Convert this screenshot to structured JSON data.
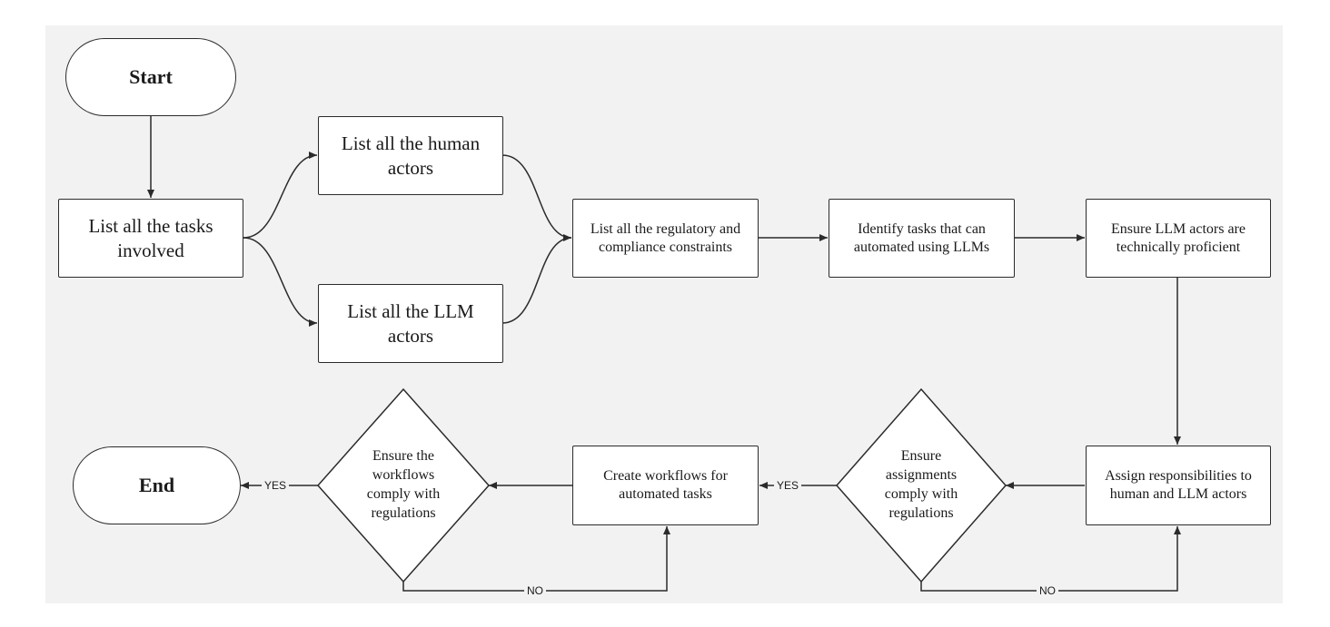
{
  "nodes": {
    "start": "Start",
    "end": "End",
    "list_tasks": "List all the tasks involved",
    "list_human": "List all the human actors",
    "list_llm": "List all the LLM actors",
    "list_regulatory": "List all the regulatory and compliance constraints",
    "identify_tasks": "Identify tasks that can automated using LLMs",
    "ensure_proficient": "Ensure LLM actors are technically proficient",
    "assign_responsibilities": "Assign responsibilities to human and LLM actors",
    "decision_assignments": "Ensure assignments comply with regulations",
    "create_workflows": "Create workflows for automated tasks",
    "decision_workflows": "Ensure the workflows comply with regulations"
  },
  "edge_labels": {
    "yes_1": "YES",
    "no_1": "NO",
    "yes_2": "YES",
    "no_2": "NO"
  }
}
